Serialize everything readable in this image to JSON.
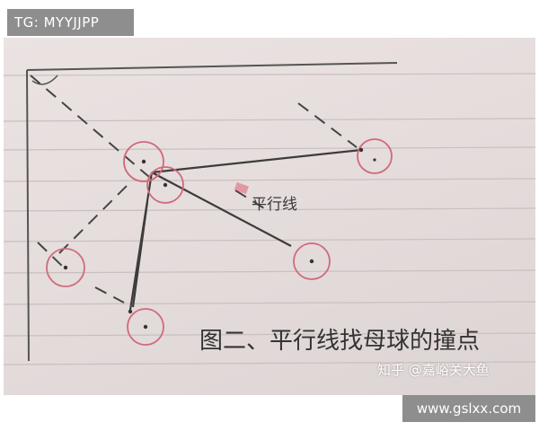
{
  "overlay_tag": {
    "text": "TG: MYYJJPP"
  },
  "diagram": {
    "caption": "图二、平行线找母球的撞点",
    "annotation": "平行线",
    "watermark": "知乎 @嘉峪关大鱼",
    "colors": {
      "paper": "#e6dede",
      "rule_line": "#c9bfc0",
      "pencil": "#444444",
      "ball_circle": "#d06a7a",
      "annotation_mark": "#e07a8c"
    }
  },
  "site_badge": {
    "text": "www.gslxx.com"
  }
}
